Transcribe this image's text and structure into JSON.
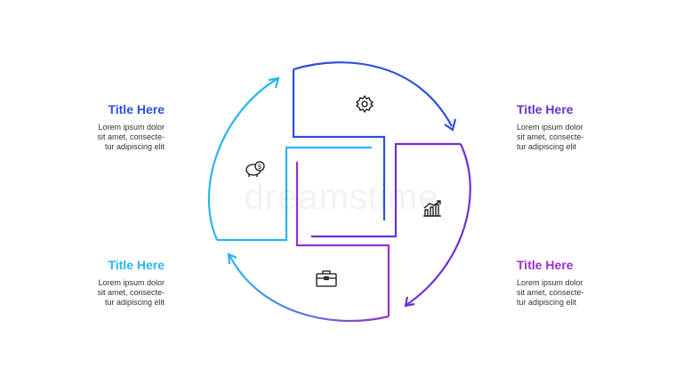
{
  "colors": {
    "cyan": "#29B6F0",
    "blue": "#2E4FE0",
    "purple": "#7030D0",
    "violet": "#9A2FC8"
  },
  "blocks": {
    "top_left": {
      "title": "Title Here",
      "body": "Lorem ipsum dolor\nsit amet, consecte-\ntur adipiscing elit"
    },
    "top_right": {
      "title": "Title Here",
      "body": "Lorem ipsum dolor\nsit amet, consecte-\ntur adipiscing elit"
    },
    "bottom_left": {
      "title": "Title Here",
      "body": "Lorem ipsum dolor\nsit amet, consecte-\ntur adipiscing elit"
    },
    "bottom_right": {
      "title": "Title Here",
      "body": "Lorem ipsum dolor\nsit amet, consecte-\ntur adipiscing elit"
    }
  },
  "icons": [
    "gear-icon",
    "chart-icon",
    "briefcase-icon",
    "piggy-bank-icon"
  ],
  "watermark": "dreamstime"
}
